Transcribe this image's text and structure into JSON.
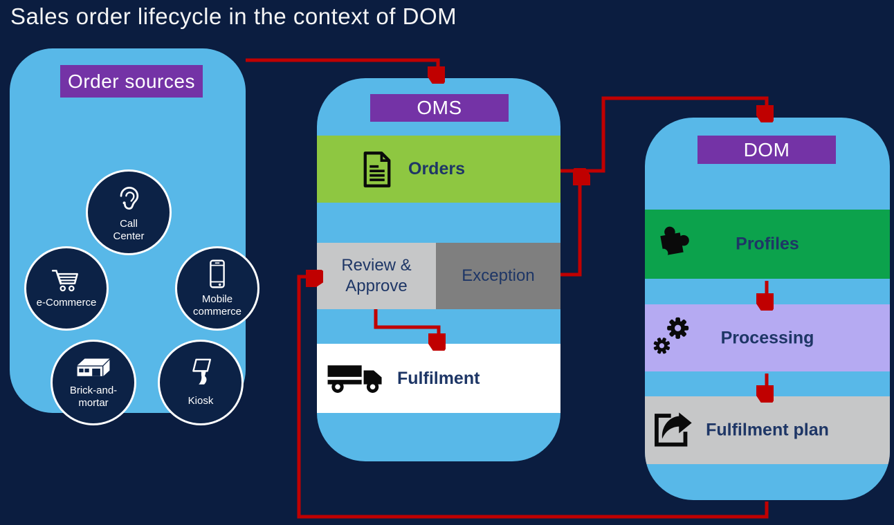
{
  "title": "Sales order lifecycle in the context of DOM",
  "colors": {
    "bg": "#0B1D40",
    "panel-blue": "#58B8E8",
    "header-purple": "#7433A6",
    "lime-green": "#8EC741",
    "dom-green": "#0CA24C",
    "lavender": "#B5AAF2",
    "light-gray": "#C6C7C8",
    "dark-gray": "#7F7F7F",
    "white-band": "#FFFFFF",
    "arrow-red": "#C00000",
    "label-navy": "#1E3666",
    "circle-navy": "#0C2246",
    "title-white": "#F5F5F5"
  },
  "order_sources": {
    "header": "Order sources",
    "circles": [
      {
        "label": "Call Center",
        "icon": "ear-icon"
      },
      {
        "label": "e-Commerce",
        "icon": "shopping-cart-icon"
      },
      {
        "label": "Mobile commerce",
        "icon": "smartphone-icon"
      },
      {
        "label": "Brick-and-mortar",
        "icon": "store-icon"
      },
      {
        "label": "Kiosk",
        "icon": "kiosk-icon"
      }
    ]
  },
  "oms": {
    "header": "OMS",
    "orders": {
      "label": "Orders",
      "icon": "document-icon"
    },
    "review_approve": {
      "label": "Review & Approve"
    },
    "exception": {
      "label": "Exception"
    },
    "fulfilment": {
      "label": "Fulfilment",
      "icon": "truck-icon"
    }
  },
  "dom": {
    "header": "DOM",
    "profiles": {
      "label": "Profiles",
      "icon": "puzzle-icon"
    },
    "processing": {
      "label": "Processing",
      "icon": "gears-icon"
    },
    "fulfilment_plan": {
      "label": "Fulfilment plan",
      "icon": "share-icon"
    }
  }
}
